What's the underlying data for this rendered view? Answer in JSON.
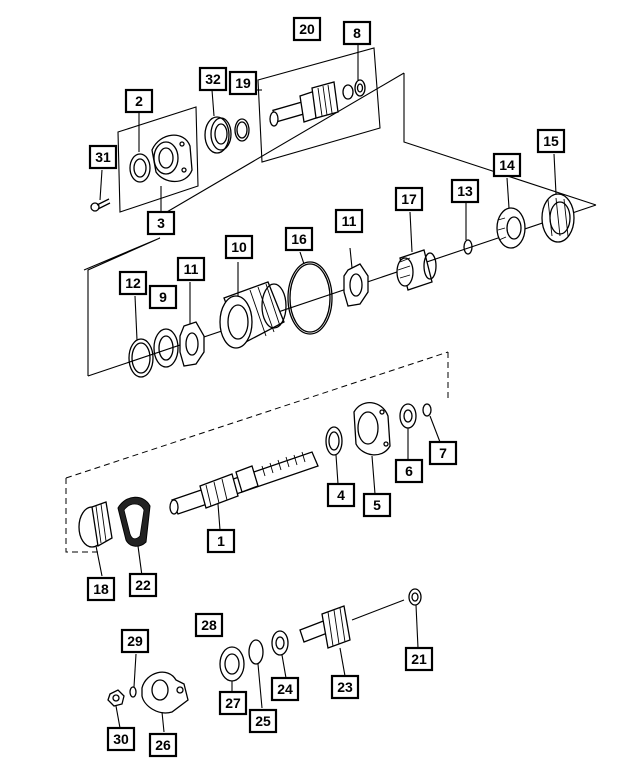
{
  "callouts": [
    {
      "id": "c1",
      "label": "1"
    },
    {
      "id": "c2",
      "label": "2"
    },
    {
      "id": "c3",
      "label": "3"
    },
    {
      "id": "c4",
      "label": "4"
    },
    {
      "id": "c5",
      "label": "5"
    },
    {
      "id": "c6",
      "label": "6"
    },
    {
      "id": "c7",
      "label": "7"
    },
    {
      "id": "c8",
      "label": "8"
    },
    {
      "id": "c9",
      "label": "9"
    },
    {
      "id": "c10",
      "label": "10"
    },
    {
      "id": "c11a",
      "label": "11"
    },
    {
      "id": "c11b",
      "label": "11"
    },
    {
      "id": "c12",
      "label": "12"
    },
    {
      "id": "c13",
      "label": "13"
    },
    {
      "id": "c14",
      "label": "14"
    },
    {
      "id": "c15",
      "label": "15"
    },
    {
      "id": "c16",
      "label": "16"
    },
    {
      "id": "c17",
      "label": "17"
    },
    {
      "id": "c18",
      "label": "18"
    },
    {
      "id": "c19",
      "label": "19"
    },
    {
      "id": "c20",
      "label": "20"
    },
    {
      "id": "c21",
      "label": "21"
    },
    {
      "id": "c22",
      "label": "22"
    },
    {
      "id": "c23",
      "label": "23"
    },
    {
      "id": "c24",
      "label": "24"
    },
    {
      "id": "c25",
      "label": "25"
    },
    {
      "id": "c26",
      "label": "26"
    },
    {
      "id": "c27",
      "label": "27"
    },
    {
      "id": "c28",
      "label": "28"
    },
    {
      "id": "c29",
      "label": "29"
    },
    {
      "id": "c30",
      "label": "30"
    },
    {
      "id": "c31",
      "label": "31"
    },
    {
      "id": "c32",
      "label": "32"
    }
  ]
}
